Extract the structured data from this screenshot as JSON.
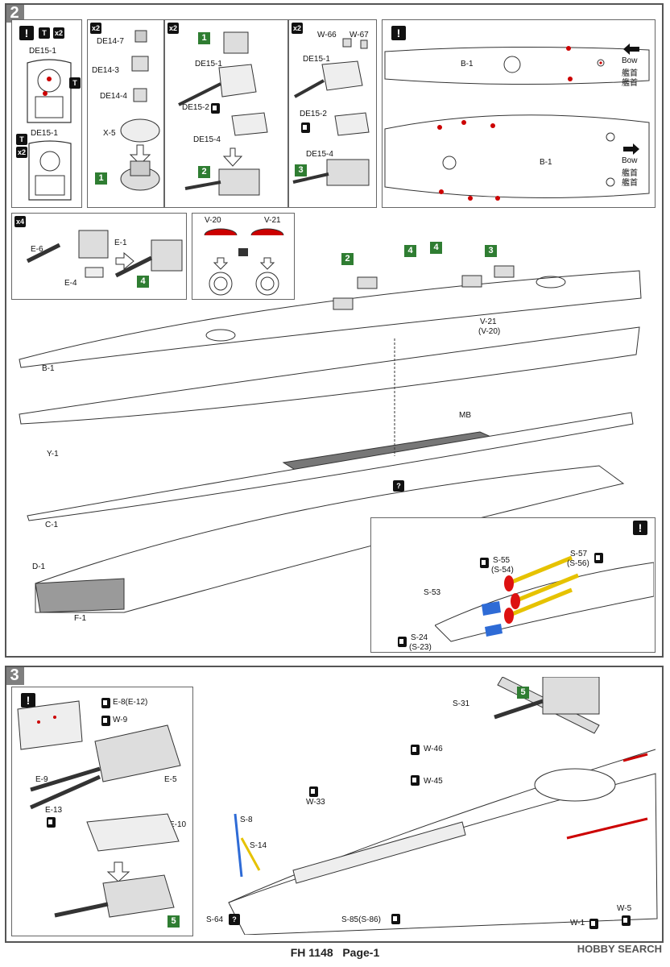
{
  "step2": {
    "number": "2",
    "p1": {
      "top_badges": [
        "!",
        "T",
        "x2"
      ],
      "part_a": "DE15-1",
      "badge_b": [
        "T",
        "x2"
      ],
      "part_b": "DE15-1"
    },
    "p2": {
      "mult": "x2",
      "labels": [
        "DE14-7",
        "DE14-3",
        "DE14-4",
        "X-5"
      ],
      "result": "1"
    },
    "p3": {
      "mult": "x2",
      "top": "1",
      "labels": [
        "DE15-1",
        "DE15-2",
        "DE15-4"
      ],
      "result": "2"
    },
    "p4": {
      "mult": "x2",
      "labels": [
        "W-66",
        "W-67",
        "DE15-1",
        "DE15-2",
        "DE15-4"
      ],
      "result": "3"
    },
    "deck": {
      "warn": "!",
      "part_top": "B-1",
      "part_bottom": "B-1",
      "bow_en": "Bow",
      "bow_jp1": "艦首",
      "bow_jp2": "艦首",
      "bow_en2": "Bow",
      "bow_jp3": "艦首",
      "bow_jp4": "艦首"
    },
    "turret": {
      "mult": "x4",
      "labels": [
        "E-6",
        "E-1",
        "E-4"
      ],
      "result": "4"
    },
    "vent": {
      "labels": [
        "V-20",
        "V-21"
      ]
    },
    "hull": {
      "b1": "B-1",
      "y1": "Y-1",
      "c1": "C-1",
      "d1": "D-1",
      "f1": "F-1",
      "mb": "MB",
      "v21": "V-21",
      "v20": "(V-20)",
      "q": "?",
      "badges": [
        "2",
        "4",
        "4",
        "3"
      ]
    },
    "detail": {
      "warn": "!",
      "s55": "S-55",
      "s54": "(S-54)",
      "s57": "S-57",
      "s56": "(S-56)",
      "s53": "S-53",
      "s24": "S-24",
      "s23": "(S-23)"
    }
  },
  "step3": {
    "number": "3",
    "inset": {
      "warn": "!",
      "e8": "E-8(E-12)",
      "w9": "W-9",
      "e9": "E-9",
      "e5": "E-5",
      "e13": "E-13",
      "e10": "E-10",
      "result": "5"
    },
    "main": {
      "s31": "S-31",
      "top_badge": "5",
      "w46": "W-46",
      "w45": "W-45",
      "w33": "W-33",
      "s8": "S-8",
      "s14": "S-14",
      "s64": "S-64",
      "q": "?",
      "s85": "S-85(S-86)",
      "w1": "W-1",
      "w5": "W-5"
    }
  },
  "footer": {
    "code": "FH 1148",
    "page": "Page-1"
  },
  "watermark": "HOBBY SEARCH"
}
